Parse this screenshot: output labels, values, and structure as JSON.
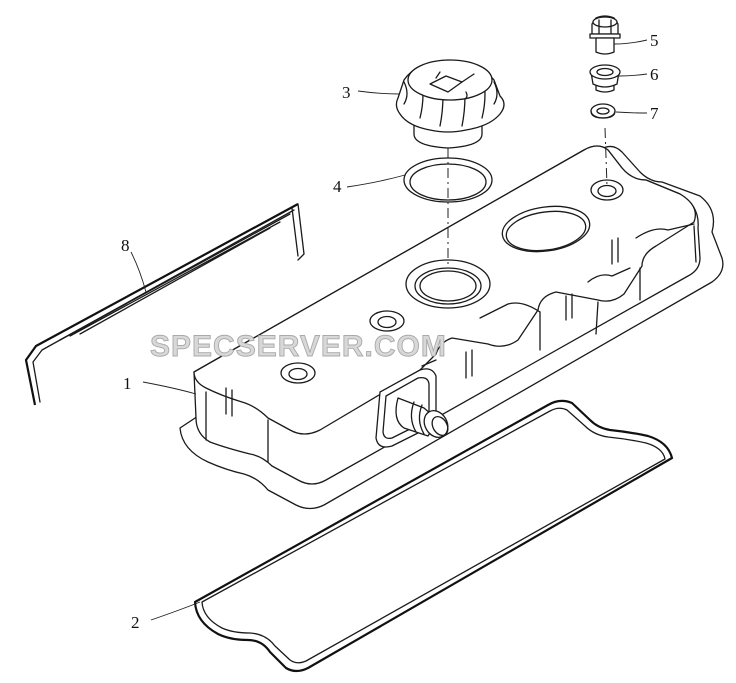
{
  "callouts": [
    {
      "id": "1",
      "label": "1"
    },
    {
      "id": "2",
      "label": "2"
    },
    {
      "id": "3",
      "label": "3"
    },
    {
      "id": "4",
      "label": "4"
    },
    {
      "id": "5",
      "label": "5"
    },
    {
      "id": "6",
      "label": "6"
    },
    {
      "id": "7",
      "label": "7"
    },
    {
      "id": "8",
      "label": "8"
    }
  ],
  "watermark": "SPECSERVER.COM"
}
